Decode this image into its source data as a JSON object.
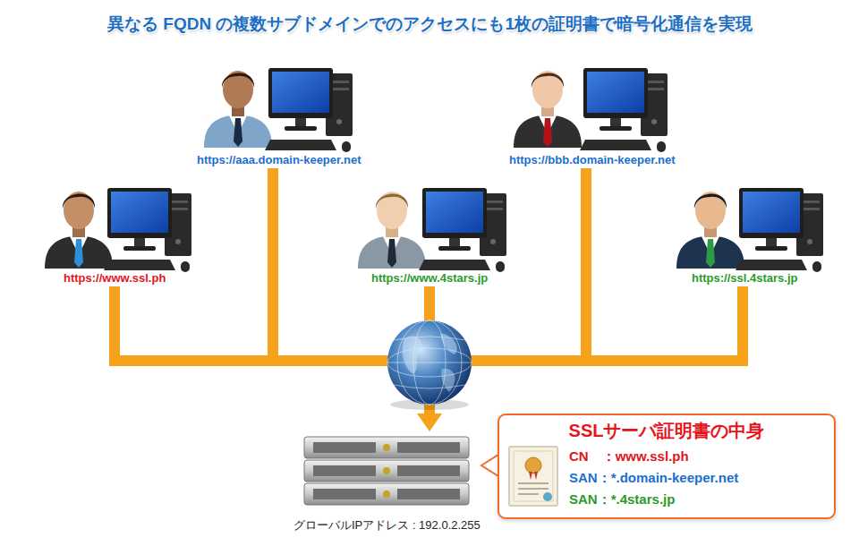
{
  "diagram": {
    "title": "異なる FQDN の複数サブドメインでのアクセスにも1枚の証明書で暗号化通信を実現",
    "nodes": [
      {
        "text": [
          "SSLサーバ証明書の中身",
          "CN　：www.ssl.ph",
          "SAN：*.domain-keeper.net",
          "SAN：*.4stars.jp"
        ]
      }
    ],
    "labels": [
      "https://aaa.domain-keeper.net",
      "https://bbb.domain-keeper.net",
      "https://www.ssl.ph",
      "https://www.4stars.jp",
      "https://ssl.4stars.jp",
      "グローバルIPアドレス : 192.0.2.255"
    ]
  }
}
